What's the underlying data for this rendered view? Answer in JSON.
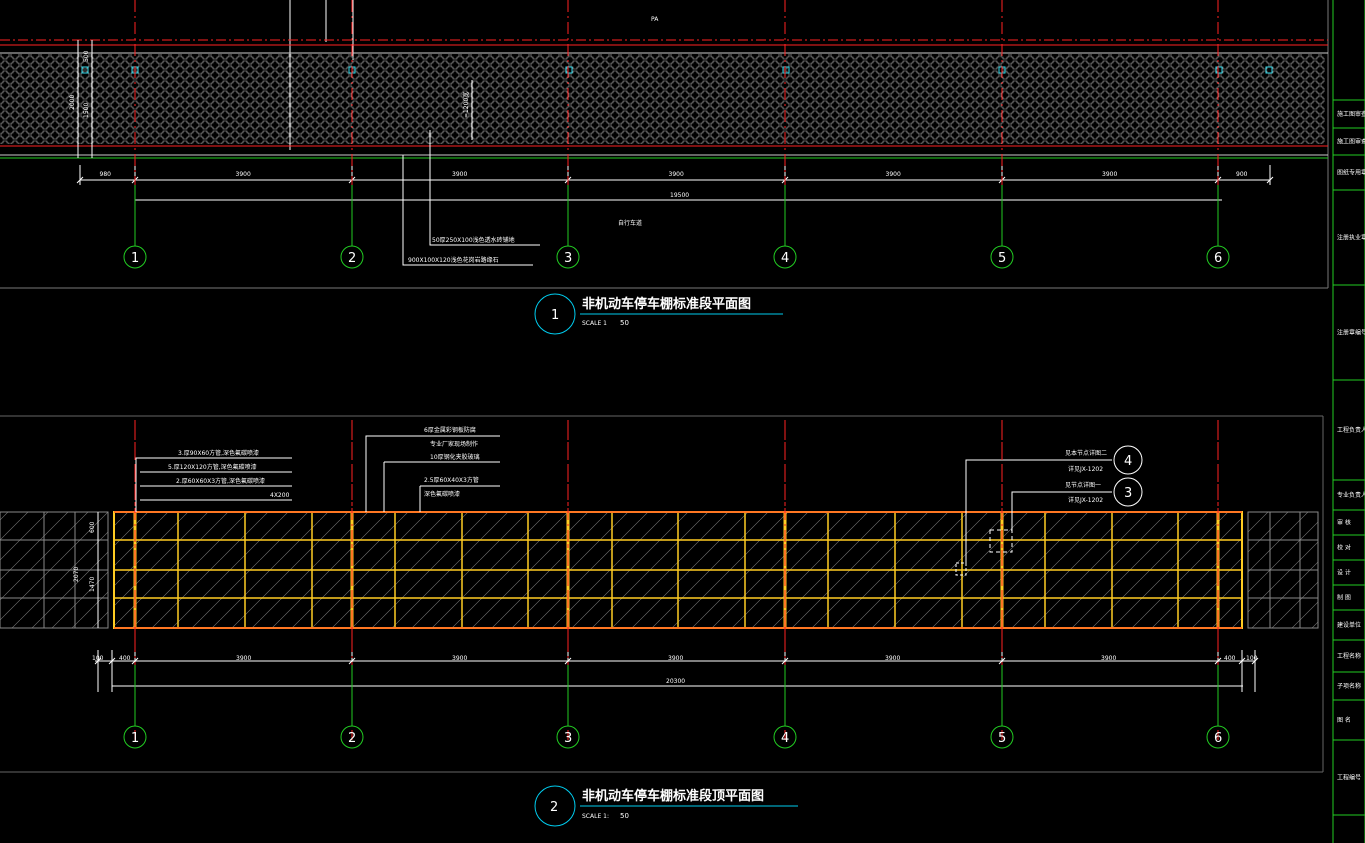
{
  "plan": {
    "top_label": "PA",
    "dims": [
      "980",
      "3900",
      "3900",
      "3900",
      "3900",
      "3900",
      "900"
    ],
    "total": "19500",
    "left_dims": [
      "2000",
      "500",
      "1500"
    ],
    "section_mark": "=1200宽",
    "notes": [
      "50厚250X100浅色透水砖铺地",
      "900X100X120浅色花岗岩路缘石"
    ],
    "center_note": "自行车道",
    "axes": [
      "1",
      "2",
      "3",
      "4",
      "5",
      "6"
    ],
    "title_num": "1",
    "title": "非机动车停车棚标准段平面图",
    "scale_label": "SCALE 1",
    "scale_value": "50"
  },
  "roof": {
    "notes_left": [
      "3.厚90X60方管,深色氟碳喷漆",
      "5.厚120X120方管,深色氟碳喷漆",
      "2.厚60X60X3方管,深色氟碳喷漆",
      "4X200"
    ],
    "notes_mid": [
      "6厚金属彩钢板防腐",
      "专业厂家现场制作",
      "10厚钢化夹胶玻璃",
      "2.5厚60X40X3方管",
      "深色氟碳喷漆"
    ],
    "callouts": [
      {
        "text": "见本节点详图二",
        "ref": "详见JX-1202",
        "num": "4"
      },
      {
        "text": "见节点详图一",
        "ref": "详见JX-1202",
        "num": "3"
      }
    ],
    "dims": [
      "100",
      "400",
      "3900",
      "3900",
      "3900",
      "3900",
      "3900",
      "400",
      "100"
    ],
    "total": "20300",
    "left_dims": [
      "2070",
      "1470",
      "600"
    ],
    "axes": [
      "1",
      "2",
      "3",
      "4",
      "5",
      "6"
    ],
    "title_num": "2",
    "title": "非机动车停车棚标准段顶平面图",
    "scale_label": "SCALE 1:",
    "scale_value": "50"
  },
  "titleblock": [
    "施工图审查",
    "施工图审查",
    "图纸专用章",
    "注册执业章",
    "注册章编号",
    "工程负责人",
    "专业负责人",
    "审  核",
    "校  对",
    "设  计",
    "制  图",
    "建设单位",
    "工程名称",
    "子项名称",
    "图  名",
    "工程编号"
  ],
  "colors": {
    "axis": "#22cc22",
    "cut": "#ff2222",
    "frame": "#ffcc22",
    "dim": "#ffffff",
    "title_line": "#00ccee"
  }
}
